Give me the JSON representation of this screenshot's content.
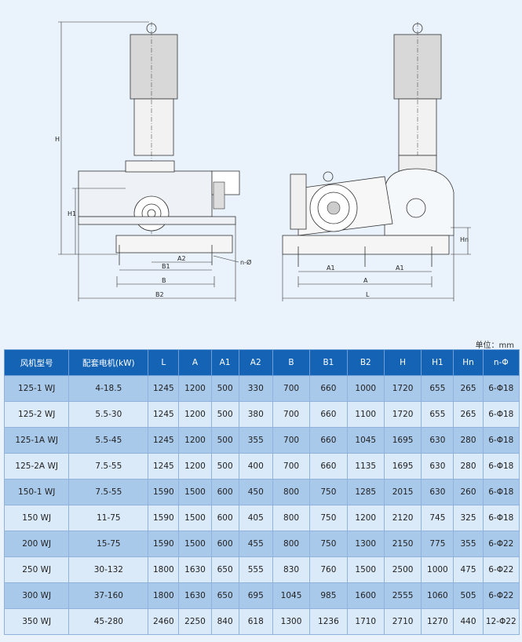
{
  "dims": {
    "H": "H",
    "H1": "H1",
    "A2": "A2",
    "B1": "B1",
    "B": "B",
    "B2": "B2",
    "n_phi": "n-Ø",
    "A1_left": "A1",
    "A1_right": "A1",
    "A": "A",
    "L": "L",
    "Hn": "Hn"
  },
  "unit": "单位：mm",
  "headers": [
    "风机型号",
    "配套电机(kW)",
    "L",
    "A",
    "A1",
    "A2",
    "B",
    "B1",
    "B2",
    "H",
    "H1",
    "Hn",
    "n-Φ"
  ],
  "rows": [
    [
      "125-1 WJ",
      "4-18.5",
      "1245",
      "1200",
      "500",
      "330",
      "700",
      "660",
      "1000",
      "1720",
      "655",
      "265",
      "6-Φ18"
    ],
    [
      "125-2 WJ",
      "5.5-30",
      "1245",
      "1200",
      "500",
      "380",
      "700",
      "660",
      "1100",
      "1720",
      "655",
      "265",
      "6-Φ18"
    ],
    [
      "125-1A WJ",
      "5.5-45",
      "1245",
      "1200",
      "500",
      "355",
      "700",
      "660",
      "1045",
      "1695",
      "630",
      "280",
      "6-Φ18"
    ],
    [
      "125-2A WJ",
      "7.5-55",
      "1245",
      "1200",
      "500",
      "400",
      "700",
      "660",
      "1135",
      "1695",
      "630",
      "280",
      "6-Φ18"
    ],
    [
      "150-1 WJ",
      "7.5-55",
      "1590",
      "1500",
      "600",
      "450",
      "800",
      "750",
      "1285",
      "2015",
      "630",
      "260",
      "6-Φ18"
    ],
    [
      "150 WJ",
      "11-75",
      "1590",
      "1500",
      "600",
      "405",
      "800",
      "750",
      "1200",
      "2120",
      "745",
      "325",
      "6-Φ18"
    ],
    [
      "200 WJ",
      "15-75",
      "1590",
      "1500",
      "600",
      "455",
      "800",
      "750",
      "1300",
      "2150",
      "775",
      "355",
      "6-Φ22"
    ],
    [
      "250 WJ",
      "30-132",
      "1800",
      "1630",
      "650",
      "555",
      "830",
      "760",
      "1500",
      "2500",
      "1000",
      "475",
      "6-Φ22"
    ],
    [
      "300 WJ",
      "37-160",
      "1800",
      "1630",
      "650",
      "695",
      "1045",
      "985",
      "1600",
      "2555",
      "1060",
      "505",
      "6-Φ22"
    ],
    [
      "350 WJ",
      "45-280",
      "2460",
      "2250",
      "840",
      "618",
      "1300",
      "1236",
      "1710",
      "2710",
      "1270",
      "440",
      "12-Φ22"
    ]
  ]
}
